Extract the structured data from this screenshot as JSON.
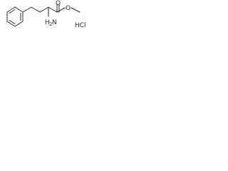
{
  "molecule": {
    "atoms": {
      "amine": {
        "element": "N",
        "hydrogens": "2",
        "prefix": "H"
      },
      "ester_oxygen": {
        "element": "O"
      },
      "carbonyl_oxygen": {
        "element": "O"
      },
      "salt": {
        "text": "HCl"
      }
    }
  }
}
